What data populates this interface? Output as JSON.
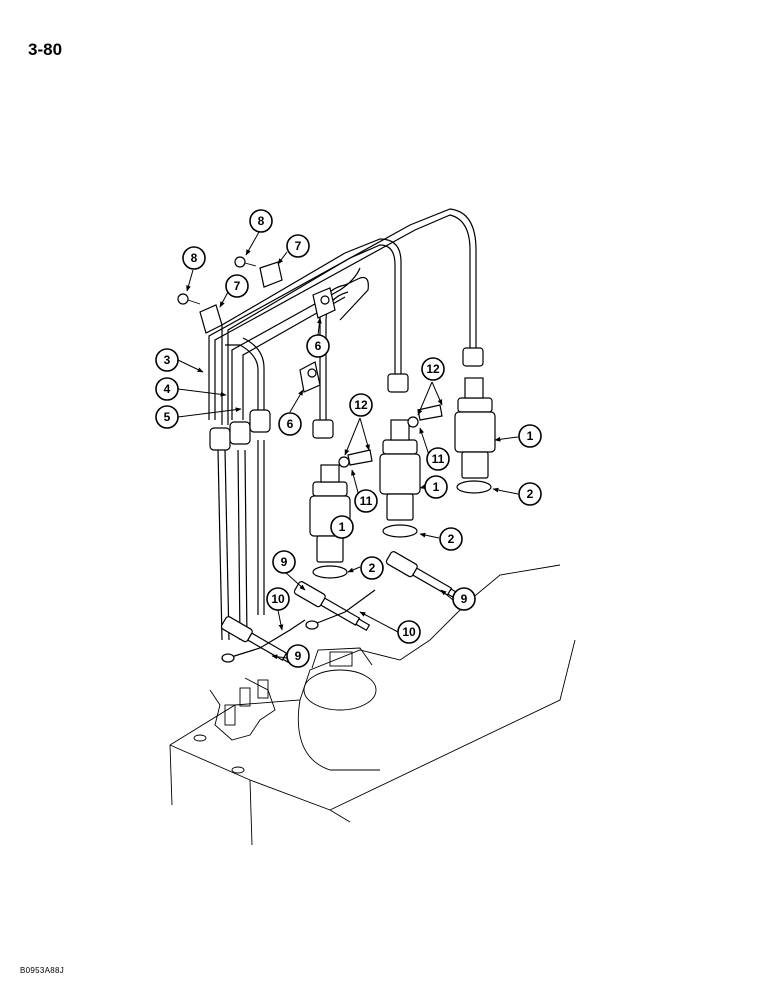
{
  "page": {
    "number": "3-80",
    "figure_code": "B0953A88J"
  },
  "callouts": [
    "1",
    "1",
    "1",
    "2",
    "2",
    "2",
    "3",
    "4",
    "5",
    "6",
    "6",
    "7",
    "7",
    "8",
    "8",
    "9",
    "9",
    "9",
    "10",
    "10",
    "11",
    "11",
    "12",
    "12"
  ]
}
